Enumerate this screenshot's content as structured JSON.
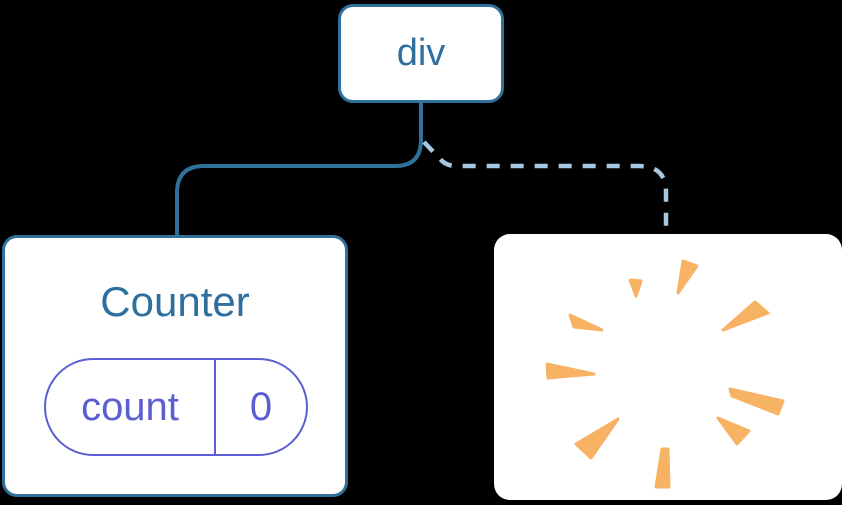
{
  "diagram": {
    "root_node": {
      "label": "div"
    },
    "counter_node": {
      "title": "Counter",
      "state_pill": {
        "key": "count",
        "value": "0"
      }
    },
    "removed_node": {
      "icon": "poof-burst"
    },
    "connectors": [
      {
        "from": "div",
        "to": "Counter",
        "style": "solid"
      },
      {
        "from": "div",
        "to": "removed-node",
        "style": "dashed"
      }
    ]
  },
  "colors": {
    "background": "#000000",
    "node_fill": "#ffffff",
    "node_border": "#30719b",
    "node_text": "#2e6f9d",
    "dashed_connector": "#a5c9e3",
    "state_accent": "#5a5ed1",
    "poof": "#f8b263"
  }
}
